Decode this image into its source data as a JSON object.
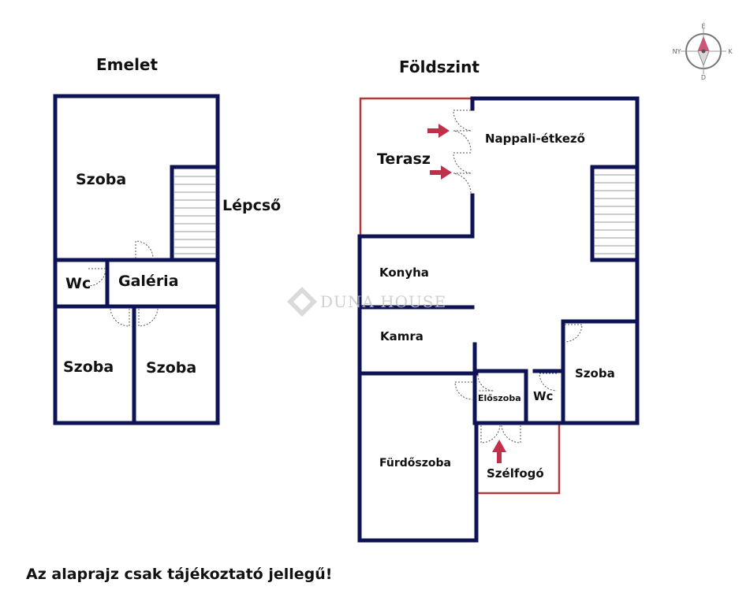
{
  "floors": {
    "upper": {
      "title": "Emelet",
      "rooms": {
        "szoba_top": "Szoba",
        "lepcso": "Lépcső",
        "wc": "Wc",
        "galeria": "Galéria",
        "szoba_bottom_left": "Szoba",
        "szoba_bottom_right": "Szoba"
      }
    },
    "ground": {
      "title": "Földszint",
      "rooms": {
        "terasz": "Terasz",
        "nappali": "Nappali-étkező",
        "konyha": "Konyha",
        "kamra": "Kamra",
        "szoba": "Szoba",
        "eloszoba": "Előszoba",
        "wc": "Wc",
        "furdoszoba": "Fürdőszoba",
        "szelfogo": "Szélfogó"
      }
    }
  },
  "watermark": "DUNA HOUSE",
  "disclaimer": "Az alaprajz csak tájékoztató jellegű!",
  "compass": {
    "north": "É",
    "south": "D",
    "east": "K",
    "west": "NY"
  },
  "colors": {
    "wall": "#0e1356",
    "terrace_outline": "#b13a3f",
    "window": "#8fb4d6",
    "arrow": "#c0304a"
  }
}
